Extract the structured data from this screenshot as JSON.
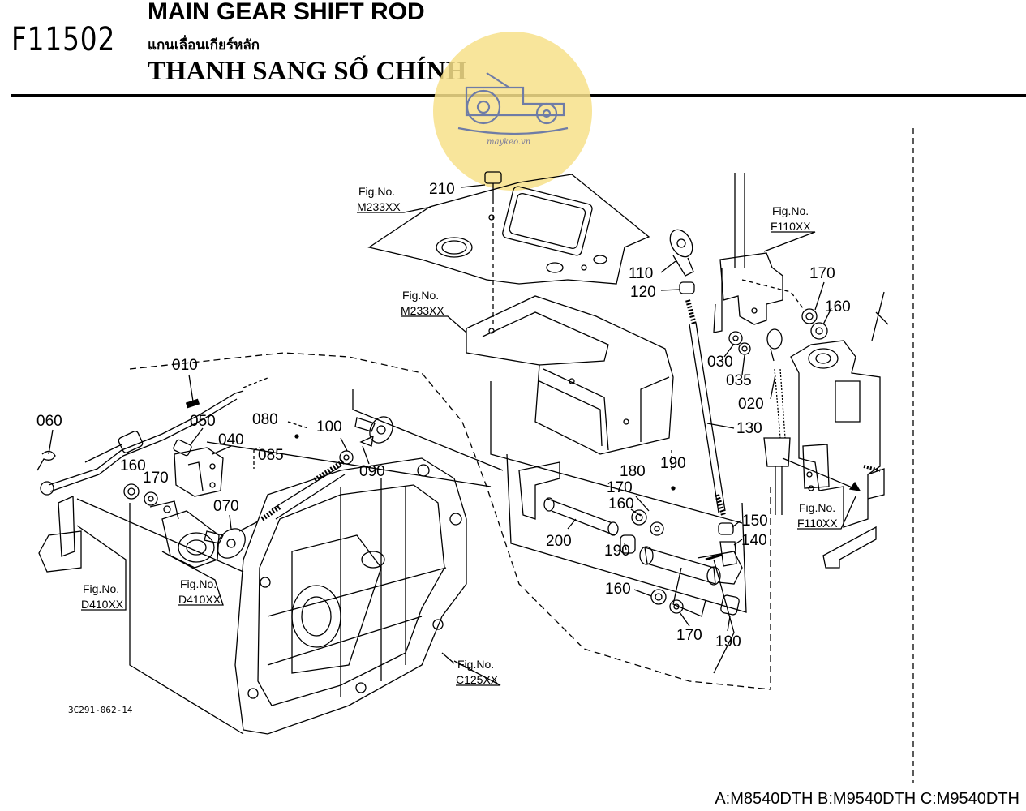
{
  "header": {
    "figure_code": "F11502",
    "title_en": "MAIN GEAR SHIFT ROD",
    "title_th": "แกนเลื่อนเกียร์หลัก",
    "title_vi": "THANH SANG SỐ CHÍNH"
  },
  "watermark": {
    "text": "maykeo.vn",
    "icon": "tractor-icon",
    "color": "#f7e08a"
  },
  "callouts": [
    "210",
    "110",
    "120",
    "170",
    "160",
    "030",
    "035",
    "020",
    "130",
    "010",
    "060",
    "050",
    "040",
    "080",
    "085",
    "100",
    "090",
    "160",
    "170",
    "070",
    "180",
    "190",
    "170",
    "160",
    "200",
    "190",
    "160",
    "170",
    "190",
    "150",
    "140"
  ],
  "fig_refs": [
    {
      "label": "Fig.No.",
      "code": "M233XX"
    },
    {
      "label": "Fig.No.",
      "code": "M233XX"
    },
    {
      "label": "Fig.No.",
      "code": "F110XX"
    },
    {
      "label": "Fig.No.",
      "code": "F110XX"
    },
    {
      "label": "Fig.No.",
      "code": "D410XX"
    },
    {
      "label": "Fig.No.",
      "code": "D410XX"
    },
    {
      "label": "Fig.No.",
      "code": "C125XX"
    }
  ],
  "drawing_code": "3C291-062-14",
  "models_note": "A:M8540DTH B:M9540DTH C:M9540DTH"
}
